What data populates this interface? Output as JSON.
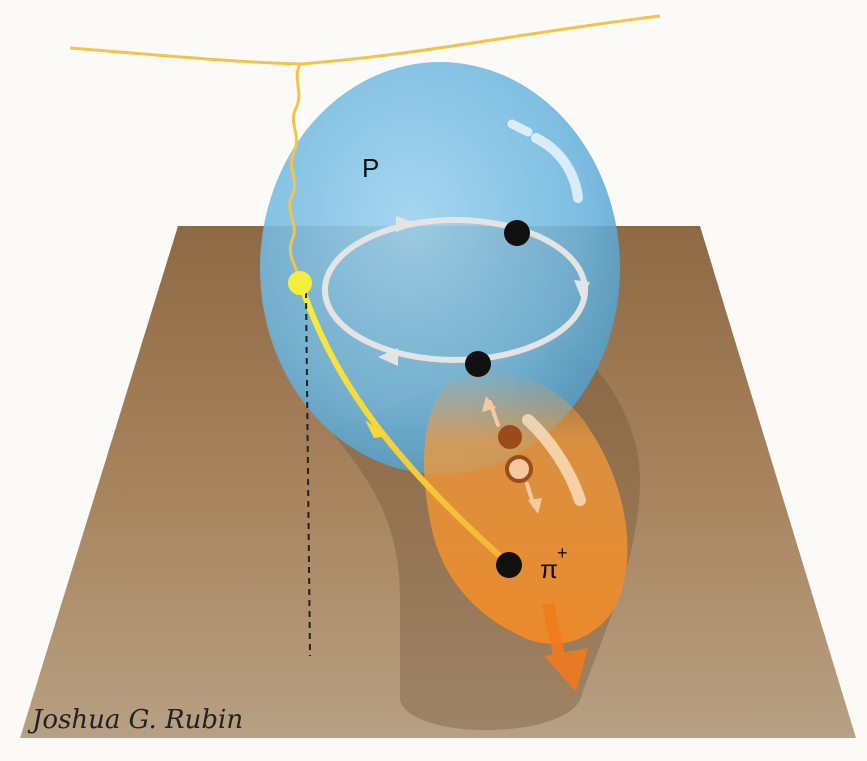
{
  "labels": {
    "proton": "P",
    "pion_symbol": "π",
    "pion_charge": "+"
  },
  "signature": "Joshua G. Rubin",
  "colors": {
    "background": "#fbfaf7",
    "floor": "#a07c54",
    "proton_bubble": "#7ec3e6",
    "pion_bubble": "#f29a3a",
    "photon": "#f2c44b",
    "quark_path": "#f5ee3a",
    "loop": "#e4e4e4",
    "quark": "#111111",
    "antiquark_fill": "#f4c9a0",
    "quark_brown": "#9b4a1c"
  }
}
